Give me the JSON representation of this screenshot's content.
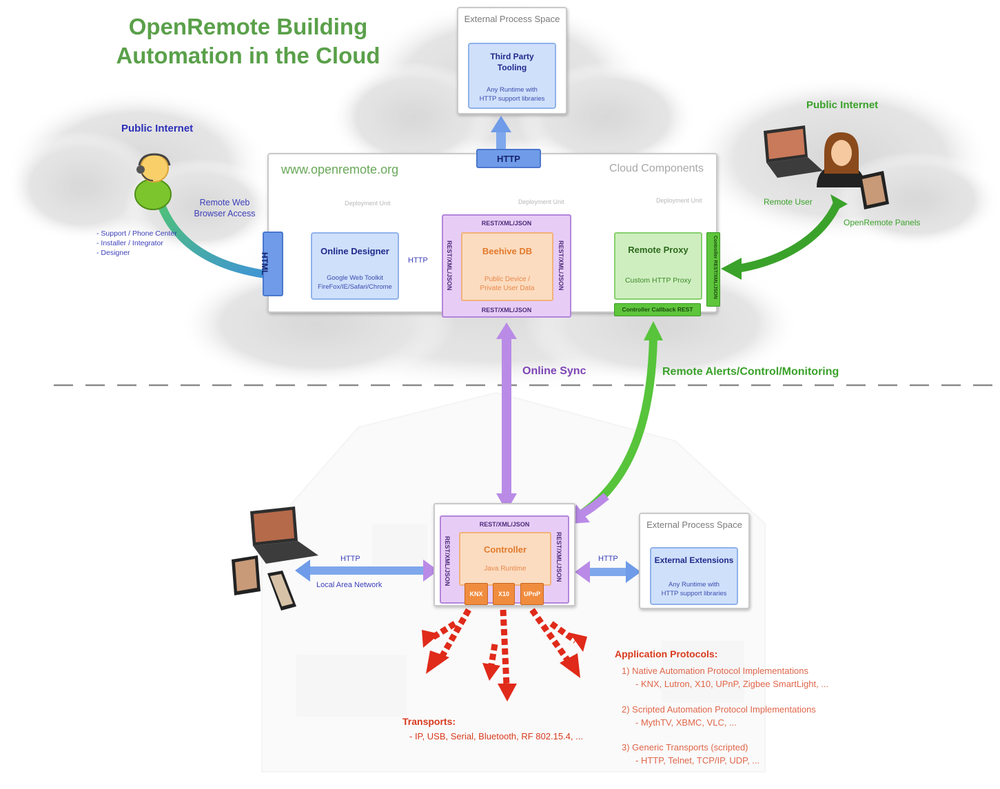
{
  "title_line1": "OpenRemote Building",
  "title_line2": "Automation in the Cloud",
  "left_internet": {
    "label": "Public Internet",
    "roles": [
      "- Support / Phone Center",
      "- Installer / Integrator",
      "- Designer"
    ],
    "access_line1": "Remote Web",
    "access_line2": "Browser Access"
  },
  "right_internet": {
    "label": "Public Internet",
    "user": "Remote User",
    "panels": "OpenRemote Panels"
  },
  "external_top": {
    "header": "External Process Space",
    "box_title_line1": "Third Party",
    "box_title_line2": "Tooling",
    "box_sub_line1": "Any Runtime with",
    "box_sub_line2": "HTTP support libraries"
  },
  "http_badge": "HTTP",
  "cloud": {
    "site": "www.openremote.org",
    "label": "Cloud Components",
    "deployment_unit": "Deployment Unit",
    "html_badge": "HTML",
    "designer": {
      "title": "Online Designer",
      "sub_line1": "Google Web Toolkit",
      "sub_line2": "FireFox/IE/Safari/Chrome"
    },
    "designer_http": "HTTP",
    "beehive": {
      "title": "Beehive DB",
      "sub_line1": "Public Device /",
      "sub_line2": "Private User Data",
      "rest": "REST/XML/JSON"
    },
    "proxy": {
      "title": "Remote Proxy",
      "sub": "Custom HTTP Proxy",
      "callback": "Controller Callback REST",
      "side": "Controller REST/XML/JSON"
    }
  },
  "online_sync": "Online Sync",
  "remote_alerts": "Remote Alerts/Control/Monitoring",
  "controller": {
    "title": "Controller",
    "sub": "Java Runtime",
    "rest": "REST/XML/JSON",
    "protocols": [
      "KNX",
      "X10",
      "UPnP"
    ]
  },
  "lan": {
    "http": "HTTP",
    "label": "Local Area Network"
  },
  "ext_http": "HTTP",
  "external_bottom": {
    "header": "External Process Space",
    "box_title": "External Extensions",
    "box_sub_line1": "Any Runtime with",
    "box_sub_line2": "HTTP support libraries"
  },
  "transports": {
    "title": "Transports:",
    "line": "- IP, USB, Serial, Bluetooth, RF 802.15.4, ..."
  },
  "app_protocols": {
    "title": "Application Protocols:",
    "items": [
      "1) Native Automation Protocol Implementations",
      "- KNX, Lutron, X10, UPnP, Zigbee SmartLight, ...",
      "2) Scripted Automation Protocol Implementations",
      "- MythTV, XBMC, VLC, ...",
      "3) Generic Transports (scripted)",
      "- HTTP, Telnet, TCP/IP, UDP, ..."
    ]
  },
  "colors": {
    "title_green": "#5aa04a",
    "internet_blue": "#2b2fb8",
    "internet_green": "#3aa22a",
    "purple": "#7d45b5",
    "red": "#d83a1d"
  }
}
